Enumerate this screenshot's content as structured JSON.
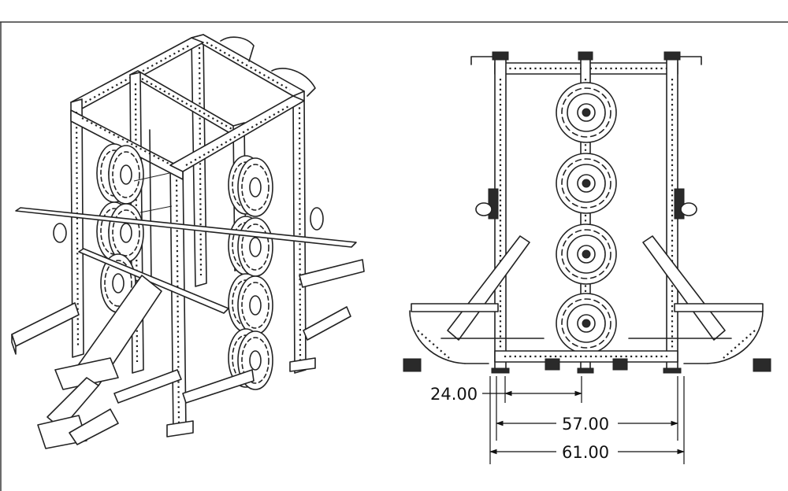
{
  "frame": {
    "border_color": "#3a3a3a"
  },
  "front_view": {
    "dimensions": [
      {
        "id": "d24",
        "label": "24.00"
      },
      {
        "id": "d57",
        "label": "57.00"
      },
      {
        "id": "d61",
        "label": "61.00"
      }
    ]
  }
}
